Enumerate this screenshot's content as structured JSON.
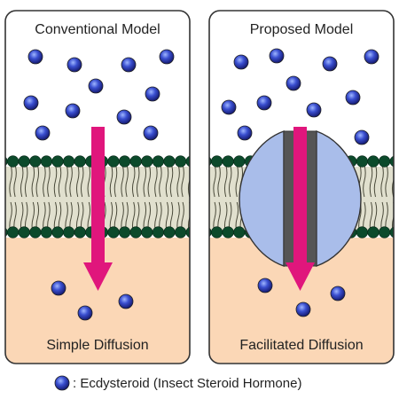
{
  "panels": [
    {
      "title": "Conventional Model",
      "caption": "Simple Diffusion"
    },
    {
      "title": "Proposed Model",
      "caption": "Facilitated Diffusion"
    }
  ],
  "legend": {
    "text": ": Ecdysteroid (Insect Steroid Hormone)"
  },
  "colors": {
    "panel_border": "#333333",
    "cytoplasm": "#fbd7b6",
    "lipid_head": "#0c4a2b",
    "lipid_tail": "#c9c6a5",
    "transporter": "#a9bdea",
    "channel": "#555555",
    "arrow": "#e0167c",
    "molecule": "#2c36a8"
  }
}
